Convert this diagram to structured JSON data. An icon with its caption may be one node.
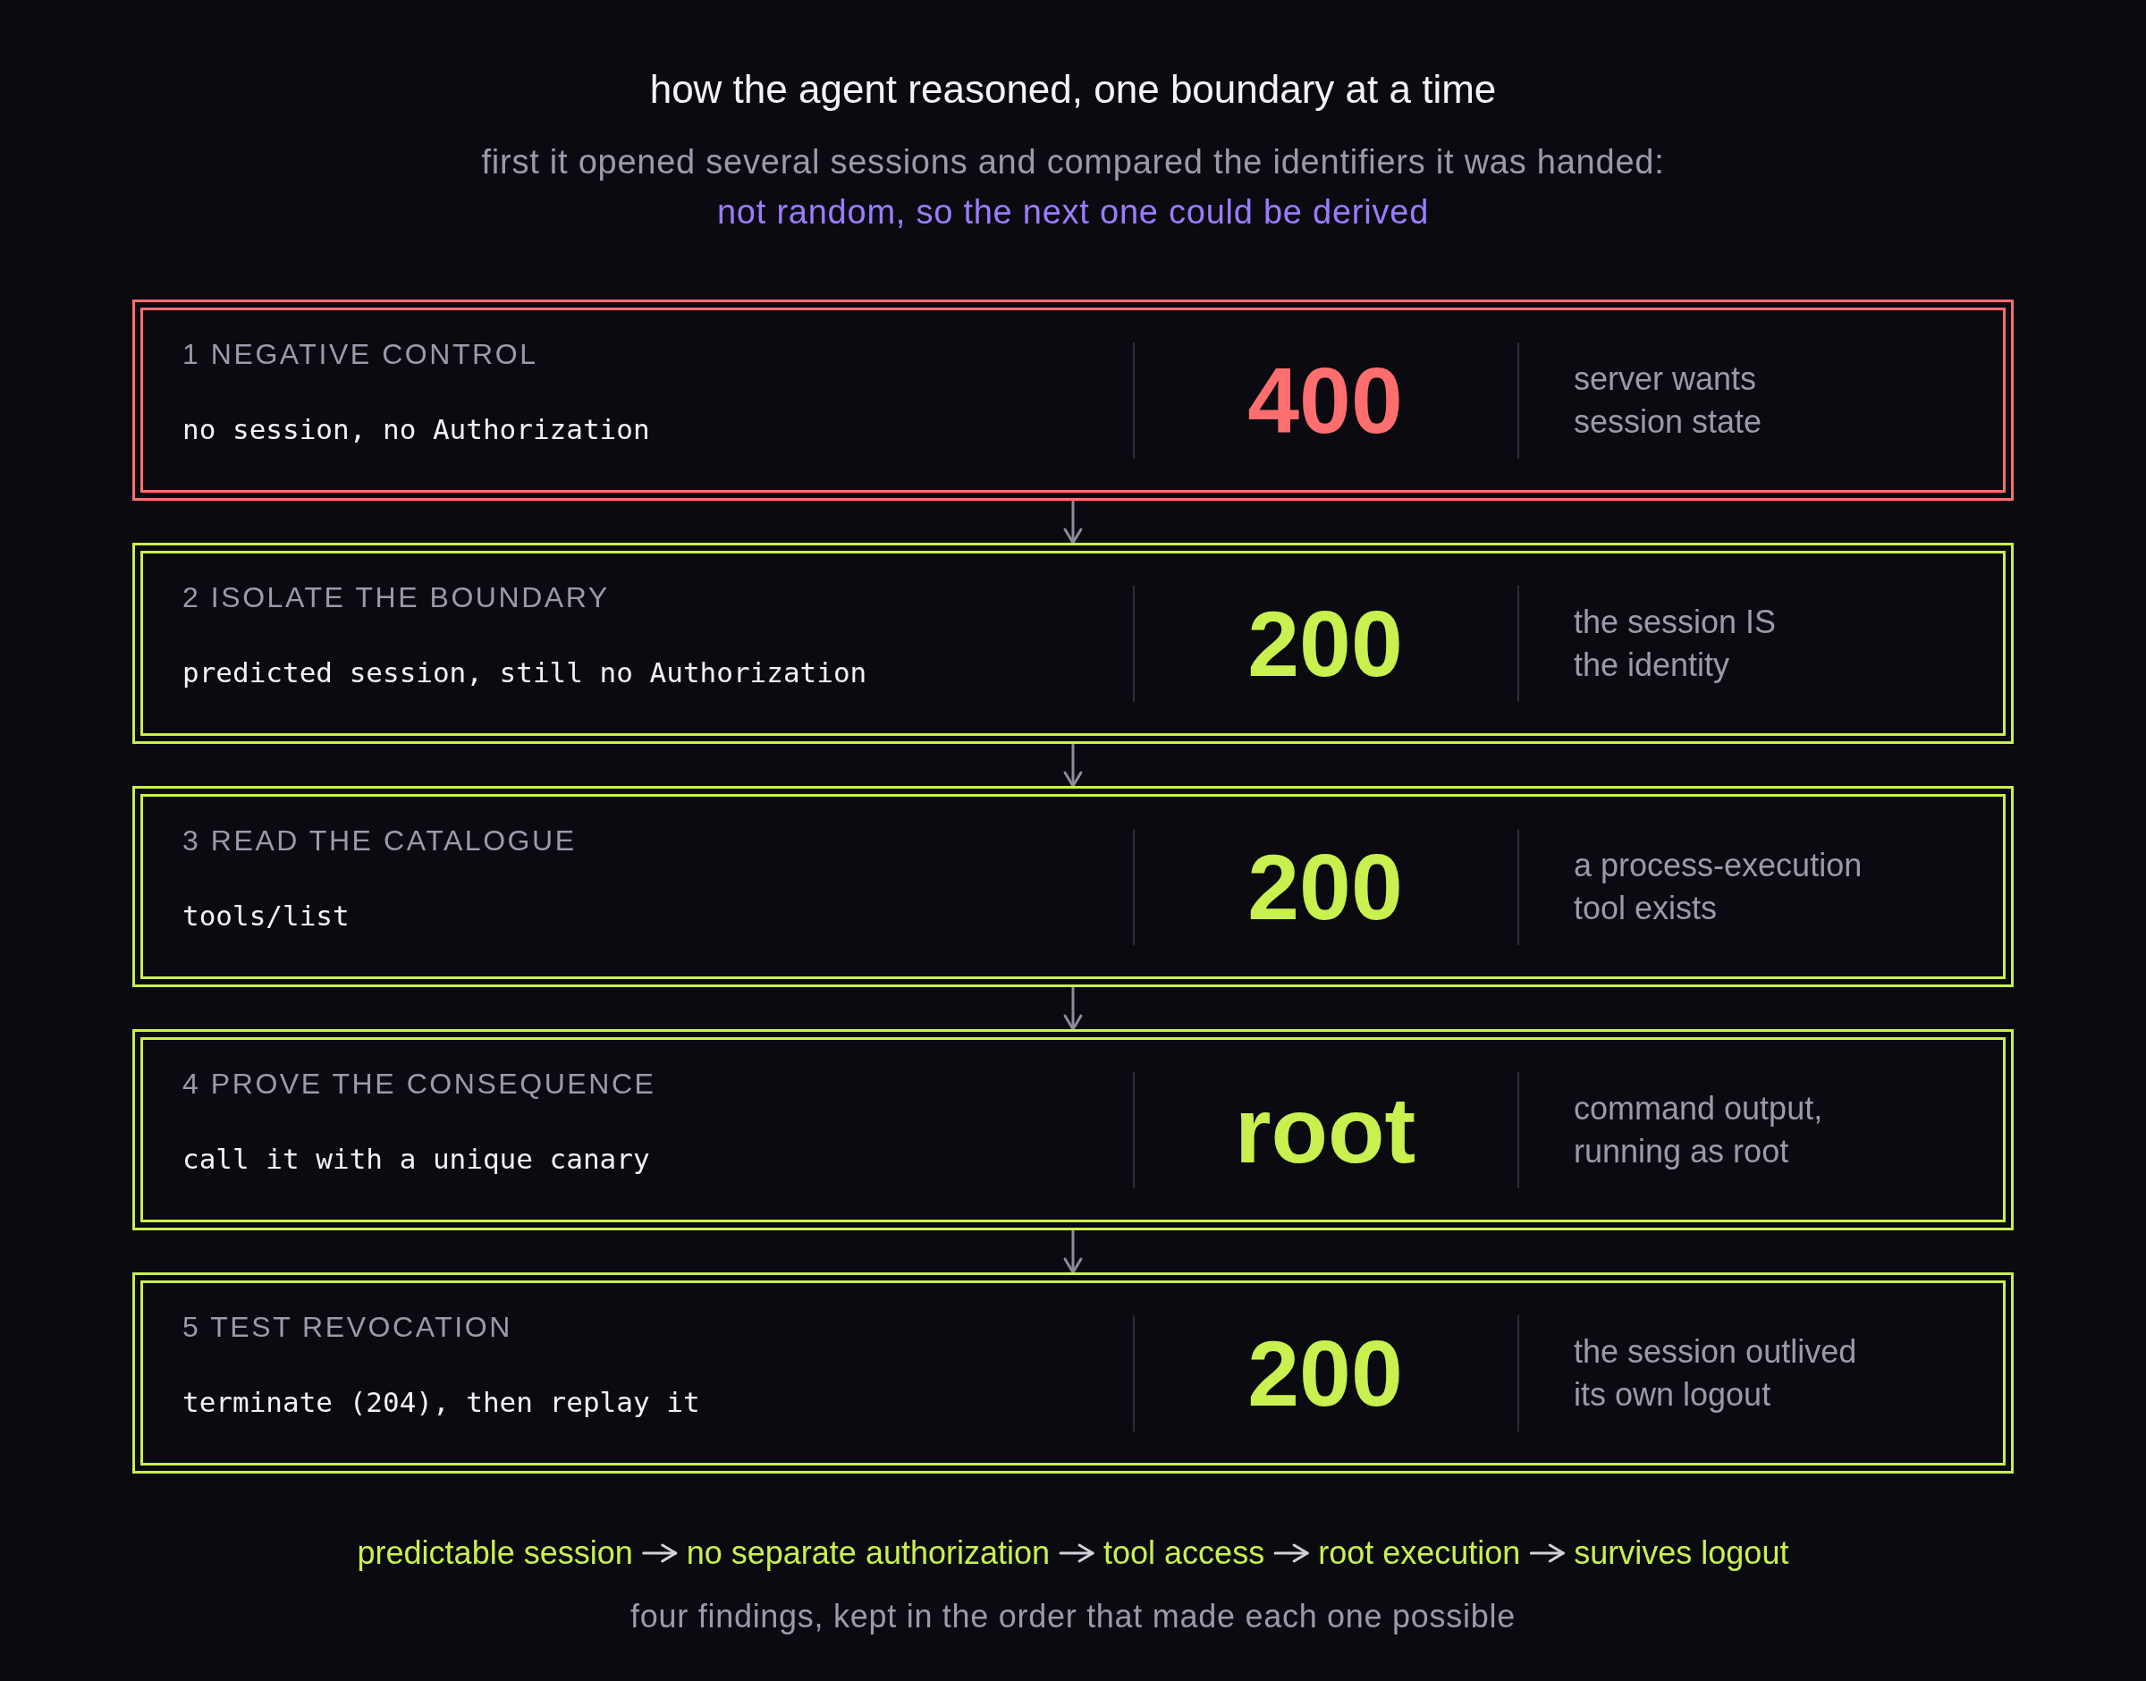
{
  "diagram": {
    "title": "how the agent reasoned, one boundary at a time",
    "caption": "four findings, kept in the order that made each one possible",
    "nodes": [
      {
        "text": [
          "1 NEGATIVE CONTROL",
          "no session, no Authorization",
          "400",
          "server wants session state"
        ]
      },
      {
        "text": [
          "2 ISOLATE THE BOUNDARY",
          "predicted session, still no Authorization",
          "200",
          "the session IS the identity"
        ]
      },
      {
        "text": [
          "3 READ THE CATALOGUE",
          "tools/list",
          "200",
          "a process-execution tool exists"
        ]
      },
      {
        "text": [
          "4 PROVE THE CONSEQUENCE",
          "call it with a unique canary",
          "root",
          "command output, running as root"
        ]
      },
      {
        "text": [
          "5 TEST REVOCATION",
          "terminate (204), then replay it",
          "200",
          "the session outlived its own logout"
        ]
      },
      {
        "text": [
          "predictable session"
        ]
      },
      {
        "text": [
          "no separate authorization"
        ]
      },
      {
        "text": [
          "tool access"
        ]
      },
      {
        "text": [
          "root execution"
        ]
      },
      {
        "text": [
          "survives logout"
        ]
      }
    ],
    "edges": [
      {
        "from": 0,
        "to": 1,
        "arrow": "to"
      },
      {
        "from": 1,
        "to": 2,
        "arrow": "to"
      },
      {
        "from": 2,
        "to": 3,
        "arrow": "to"
      },
      {
        "from": 3,
        "to": 4,
        "arrow": "to"
      },
      {
        "from": 5,
        "to": 6,
        "arrow": "to",
        "color": "#d2d2da"
      },
      {
        "from": 6,
        "to": 7,
        "arrow": "to",
        "color": "#d2d2da"
      },
      {
        "from": 7,
        "to": 8,
        "arrow": "to",
        "color": "#d2d2da"
      },
      {
        "from": 8,
        "to": 9,
        "arrow": "to",
        "color": "#d2d2da"
      }
    ],
    "labels": [
      "first it opened several sessions and compared the identifiers it was handed:",
      "not random, so the next one could be derived"
    ]
  }
}
